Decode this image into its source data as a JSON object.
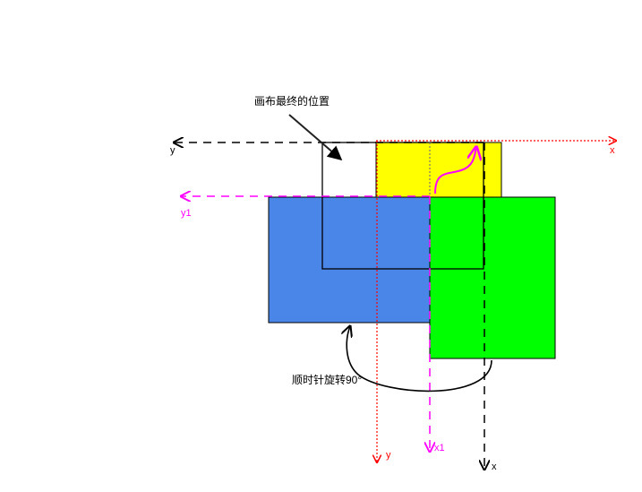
{
  "annotations": {
    "final_position": "画布最终的位置",
    "rotate_clockwise": "顺时针旋转90°"
  },
  "axes": {
    "black_y": "y",
    "black_x": "x",
    "red_x": "x",
    "red_y": "y",
    "magenta_y1": "y1",
    "magenta_x1": "x1"
  },
  "colors": {
    "blue_rect": "#4a86e8",
    "green_rect": "#00ff00",
    "yellow_rect": "#ffff00",
    "red_axis": "#ff0000",
    "magenta_axis": "#ff00ff",
    "black": "#000000"
  }
}
